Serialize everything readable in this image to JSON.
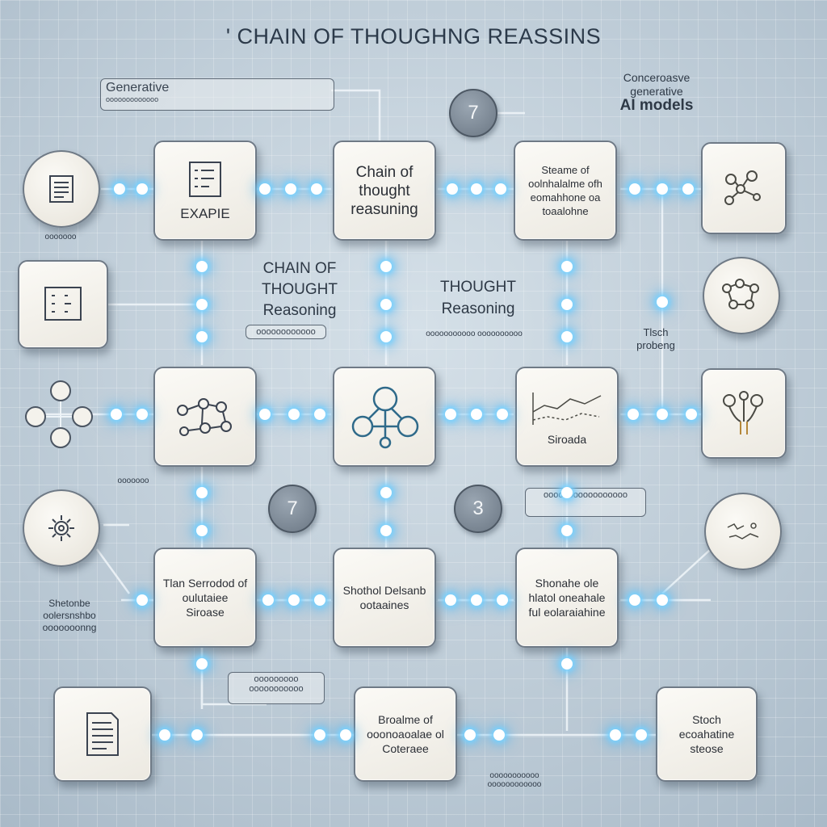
{
  "title": "' CHAIN OF THOUGHNG REASSINS",
  "labels": {
    "generative_box": "Generative",
    "generative_box_sub": "ooooooooooooo",
    "top_right": "Conceroasve generative",
    "top_right_strong": "AI models",
    "center_left": "CHAIN OF THOUGHT Reasoning",
    "center_left_sub": "oooooooooooo",
    "center_mid": "THOUGHT Reasoning",
    "center_mid_sub": "ooooooooooo oooooooooo",
    "right_mid": "Tlsch probeng",
    "left_bottom_text": "Shetonbe oolersnshbo ooooooonng",
    "small_box_bottom": "ooooooooo ooooooooooo",
    "small_box_mid": "ooooooooooooooooo",
    "mid_note_left": "ooooooo",
    "bottom_caption": "ooooooooooo oooooooooooo",
    "top_left_note": "ooooooo"
  },
  "badges": [
    "7",
    "7",
    "3"
  ],
  "cards": {
    "example": "EXAPIE",
    "chain": "Chain of thought reasuning",
    "steps_top": "Steame of oolnhalalme ofh eomahhone oa toaalohne",
    "row3_left_text": "Tlan Serrodod of oulutaiee Siroase",
    "row3_mid_text": "Shothol Delsanb ootaaines",
    "row3_right_text": "Shonahe ole hlatol oneahale ful eolaraiahine",
    "row2_right_text": "Siroada",
    "bottom_mid_text": "Broalme of ooonoaoalae ol Coteraee",
    "bottom_right_text": "Stoch ecoahatine steose"
  },
  "icons": {
    "doc_circle": "document-icon",
    "checklist": "checklist-icon",
    "grid_doc": "grid-document-icon",
    "network": "network-icon",
    "gear_circle": "gear-icon",
    "molecule": "molecule-icon",
    "tree": "tree-icon",
    "page": "page-icon"
  },
  "colors": {
    "glow": "#7fd3ff",
    "background": "#bfcdd8",
    "card": "#f5f3ee",
    "badge": "#7a8592"
  }
}
